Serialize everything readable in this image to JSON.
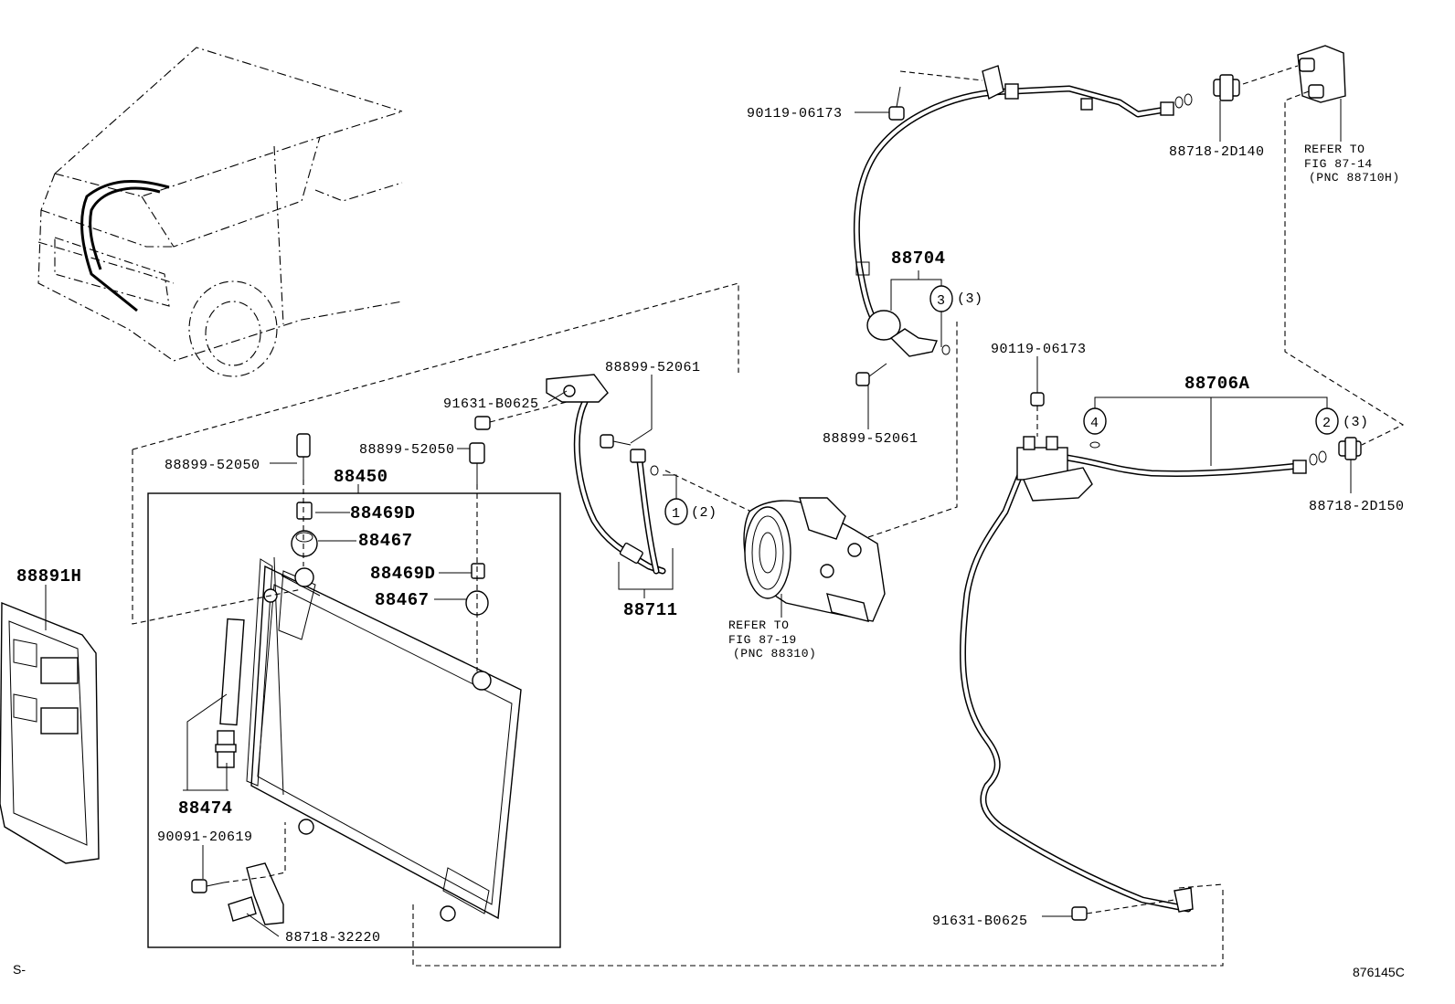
{
  "parts": {
    "p90119_top": "90119-06173",
    "p88718_2D140": "88718-2D140",
    "refer_87_14": [
      "REFER TO",
      "FIG 87-14",
      "(PNC 88710H)"
    ],
    "p88704": "88704",
    "callout3_qty": "(3)",
    "p88899_52061_right": "88899-52061",
    "p90119_right": "90119-06173",
    "p88706A": "88706A",
    "callout2_qty": "(3)",
    "p88718_2D150": "88718-2D150",
    "p88899_52061_left": "88899-52061",
    "p91631_B0625_upper": "91631-B0625",
    "p88899_52050_left": "88899-52050",
    "p88899_52050_mid": "88899-52050",
    "p88450": "88450",
    "p88469D_a": "88469D",
    "p88467_a": "88467",
    "p88469D_b": "88469D",
    "p88467_b": "88467",
    "callout1_qty": "(2)",
    "p88711": "88711",
    "refer_87_19": [
      "REFER TO",
      "FIG 87-19",
      "(PNC 88310)"
    ],
    "p88891H": "88891H",
    "p88474": "88474",
    "p90091_20619": "90091-20619",
    "p88718_32220": "88718-32220",
    "p91631_B0625_lower": "91631-B0625"
  },
  "callouts": {
    "c1": "1",
    "c2": "2",
    "c3": "3",
    "c4": "4"
  },
  "footer": {
    "left_mark": "S-",
    "figure_id": "876145C"
  }
}
